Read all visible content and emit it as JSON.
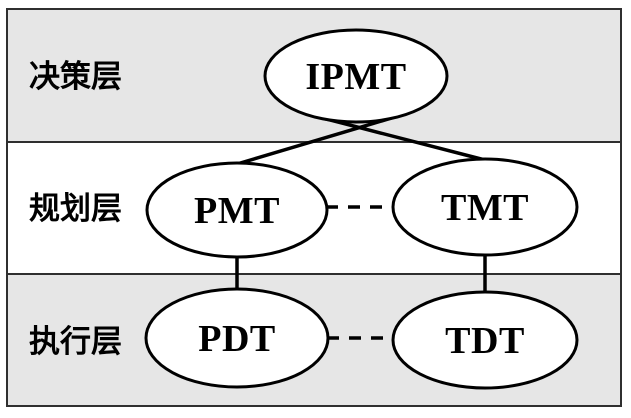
{
  "diagram": {
    "type": "layered-org-chart",
    "colors": {
      "band_gray": "#e6e6e6",
      "band_white": "#ffffff",
      "frame": "#2f2f2f",
      "shape_stroke": "#000000",
      "text": "#000000"
    },
    "layers": [
      {
        "name": "decision",
        "label": "决策层",
        "background": "#e6e6e6",
        "nodes": [
          "IPMT"
        ]
      },
      {
        "name": "planning",
        "label": "规划层",
        "background": "#ffffff",
        "nodes": [
          "PMT",
          "TMT"
        ]
      },
      {
        "name": "execution",
        "label": "执行层",
        "background": "#e6e6e6",
        "nodes": [
          "PDT",
          "TDT"
        ]
      }
    ],
    "nodes": {
      "ipmt": {
        "label": "IPMT",
        "layer": "决策层"
      },
      "pmt": {
        "label": "PMT",
        "layer": "规划层"
      },
      "tmt": {
        "label": "TMT",
        "layer": "规划层"
      },
      "pdt": {
        "label": "PDT",
        "layer": "执行层"
      },
      "tdt": {
        "label": "TDT",
        "layer": "执行层"
      }
    },
    "edges": [
      {
        "from": "IPMT",
        "to": "PMT",
        "style": "solid"
      },
      {
        "from": "IPMT",
        "to": "TMT",
        "style": "solid"
      },
      {
        "from": "PMT",
        "to": "TMT",
        "style": "dashed"
      },
      {
        "from": "PMT",
        "to": "PDT",
        "style": "solid"
      },
      {
        "from": "TMT",
        "to": "TDT",
        "style": "solid"
      },
      {
        "from": "PDT",
        "to": "TDT",
        "style": "dashed"
      }
    ]
  }
}
